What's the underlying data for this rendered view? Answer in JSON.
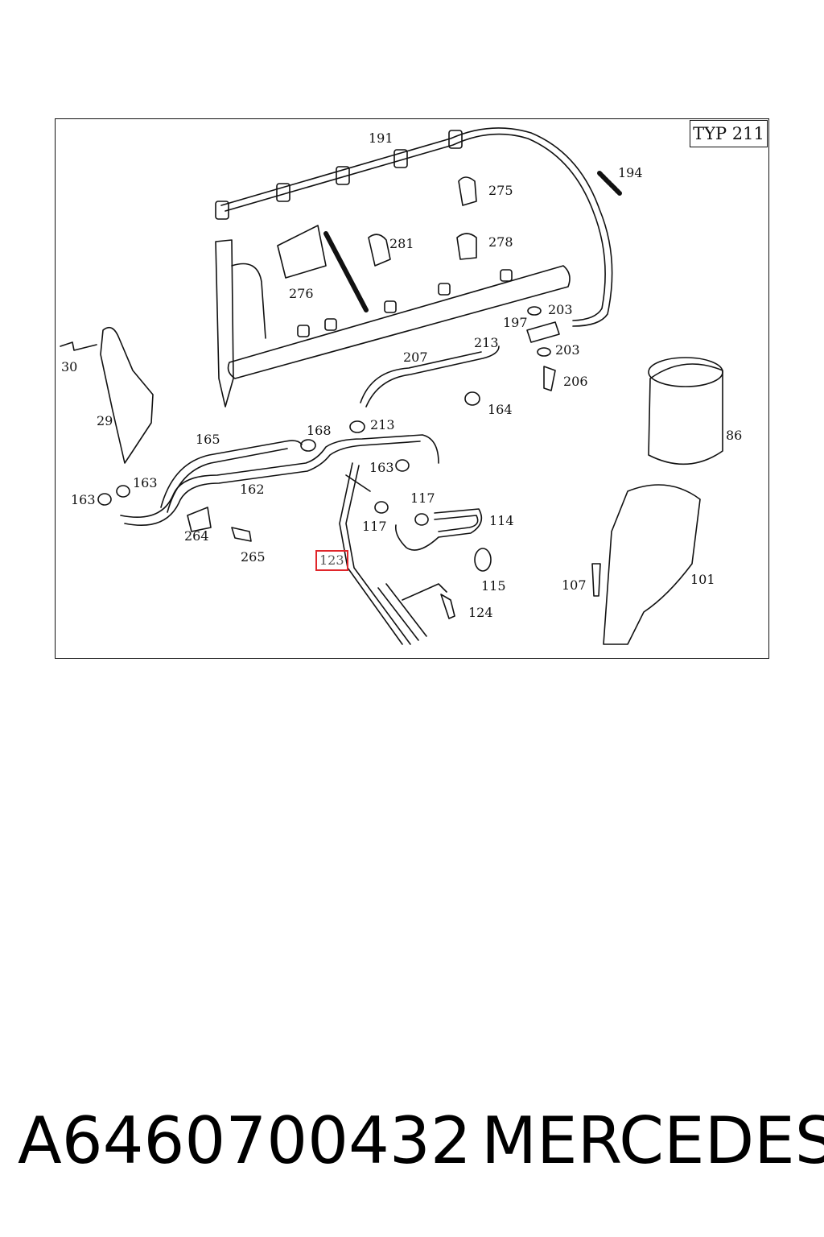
{
  "diagram": {
    "type_label": "TYP 211",
    "callouts": [
      {
        "id": "191",
        "label": "191"
      },
      {
        "id": "194",
        "label": "194"
      },
      {
        "id": "275",
        "label": "275"
      },
      {
        "id": "278",
        "label": "278"
      },
      {
        "id": "281",
        "label": "281"
      },
      {
        "id": "276",
        "label": "276"
      },
      {
        "id": "203a",
        "label": "203"
      },
      {
        "id": "197",
        "label": "197"
      },
      {
        "id": "203b",
        "label": "203"
      },
      {
        "id": "213a",
        "label": "213"
      },
      {
        "id": "207",
        "label": "207"
      },
      {
        "id": "206",
        "label": "206"
      },
      {
        "id": "164",
        "label": "164"
      },
      {
        "id": "30",
        "label": "30"
      },
      {
        "id": "29",
        "label": "29"
      },
      {
        "id": "86",
        "label": "86"
      },
      {
        "id": "165",
        "label": "165"
      },
      {
        "id": "168",
        "label": "168"
      },
      {
        "id": "213b",
        "label": "213"
      },
      {
        "id": "163a",
        "label": "163"
      },
      {
        "id": "163b",
        "label": "163"
      },
      {
        "id": "163c",
        "label": "163"
      },
      {
        "id": "162",
        "label": "162"
      },
      {
        "id": "117a",
        "label": "117"
      },
      {
        "id": "117b",
        "label": "117"
      },
      {
        "id": "114",
        "label": "114"
      },
      {
        "id": "264",
        "label": "264"
      },
      {
        "id": "265",
        "label": "265"
      },
      {
        "id": "123",
        "label": "123",
        "highlighted": true
      },
      {
        "id": "115",
        "label": "115"
      },
      {
        "id": "107",
        "label": "107"
      },
      {
        "id": "101",
        "label": "101"
      },
      {
        "id": "124",
        "label": "124"
      }
    ],
    "highlight_color": "#e0262b"
  },
  "footer": {
    "part_number": "A6460700432",
    "brand": "MERCEDES"
  }
}
